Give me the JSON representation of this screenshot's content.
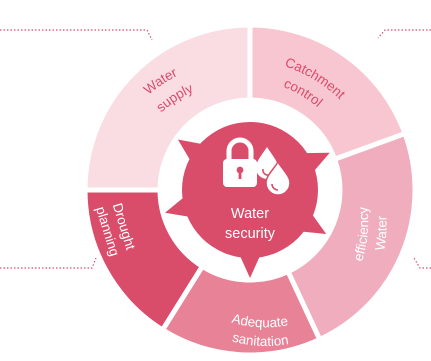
{
  "diagram": {
    "center": {
      "lines": [
        "Water",
        "security"
      ],
      "icons": [
        "padlock-icon",
        "water-drops-icon"
      ]
    },
    "segments": [
      {
        "key": "water-supply",
        "lines": [
          "Water",
          "supply"
        ],
        "fill": "#f9dde3",
        "text_color": "#d94c6a"
      },
      {
        "key": "catchment-control",
        "lines": [
          "Catchment",
          "control"
        ],
        "fill": "#f7c6d1",
        "text_color": "#d94c6a"
      },
      {
        "key": "water-efficiency",
        "lines": [
          "Water",
          "efficiency"
        ],
        "fill": "#efadbd",
        "text_color": "#ffffff"
      },
      {
        "key": "adequate-sanitation",
        "lines": [
          "Adequate",
          "sanitation"
        ],
        "fill": "#e88296",
        "text_color": "#ffffff"
      },
      {
        "key": "drought-planning",
        "lines": [
          "Drought",
          "planning"
        ],
        "fill": "#d94c6a",
        "text_color": "#ffffff"
      }
    ],
    "colors": {
      "accent": "#d94c6a",
      "connector": "#d94c6a",
      "background": "#ffffff"
    }
  }
}
